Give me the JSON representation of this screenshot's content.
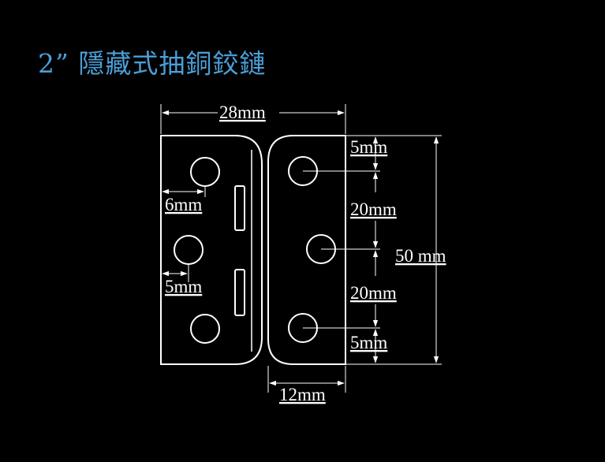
{
  "title": "2”  隱藏式抽銅鉸鏈",
  "colors": {
    "background": "#000000",
    "title": "#4a9fd8",
    "lines": "#ffffff"
  },
  "dimensions": {
    "total_width": "28mm",
    "leaf_width": "12mm",
    "hole_edge_offset": "6mm",
    "hole_to_edge": "5mm",
    "top_margin": "5mm",
    "hole_spacing_upper": "20mm",
    "total_height": "50 mm",
    "hole_spacing_lower": "20mm",
    "bottom_margin": "5mm"
  }
}
